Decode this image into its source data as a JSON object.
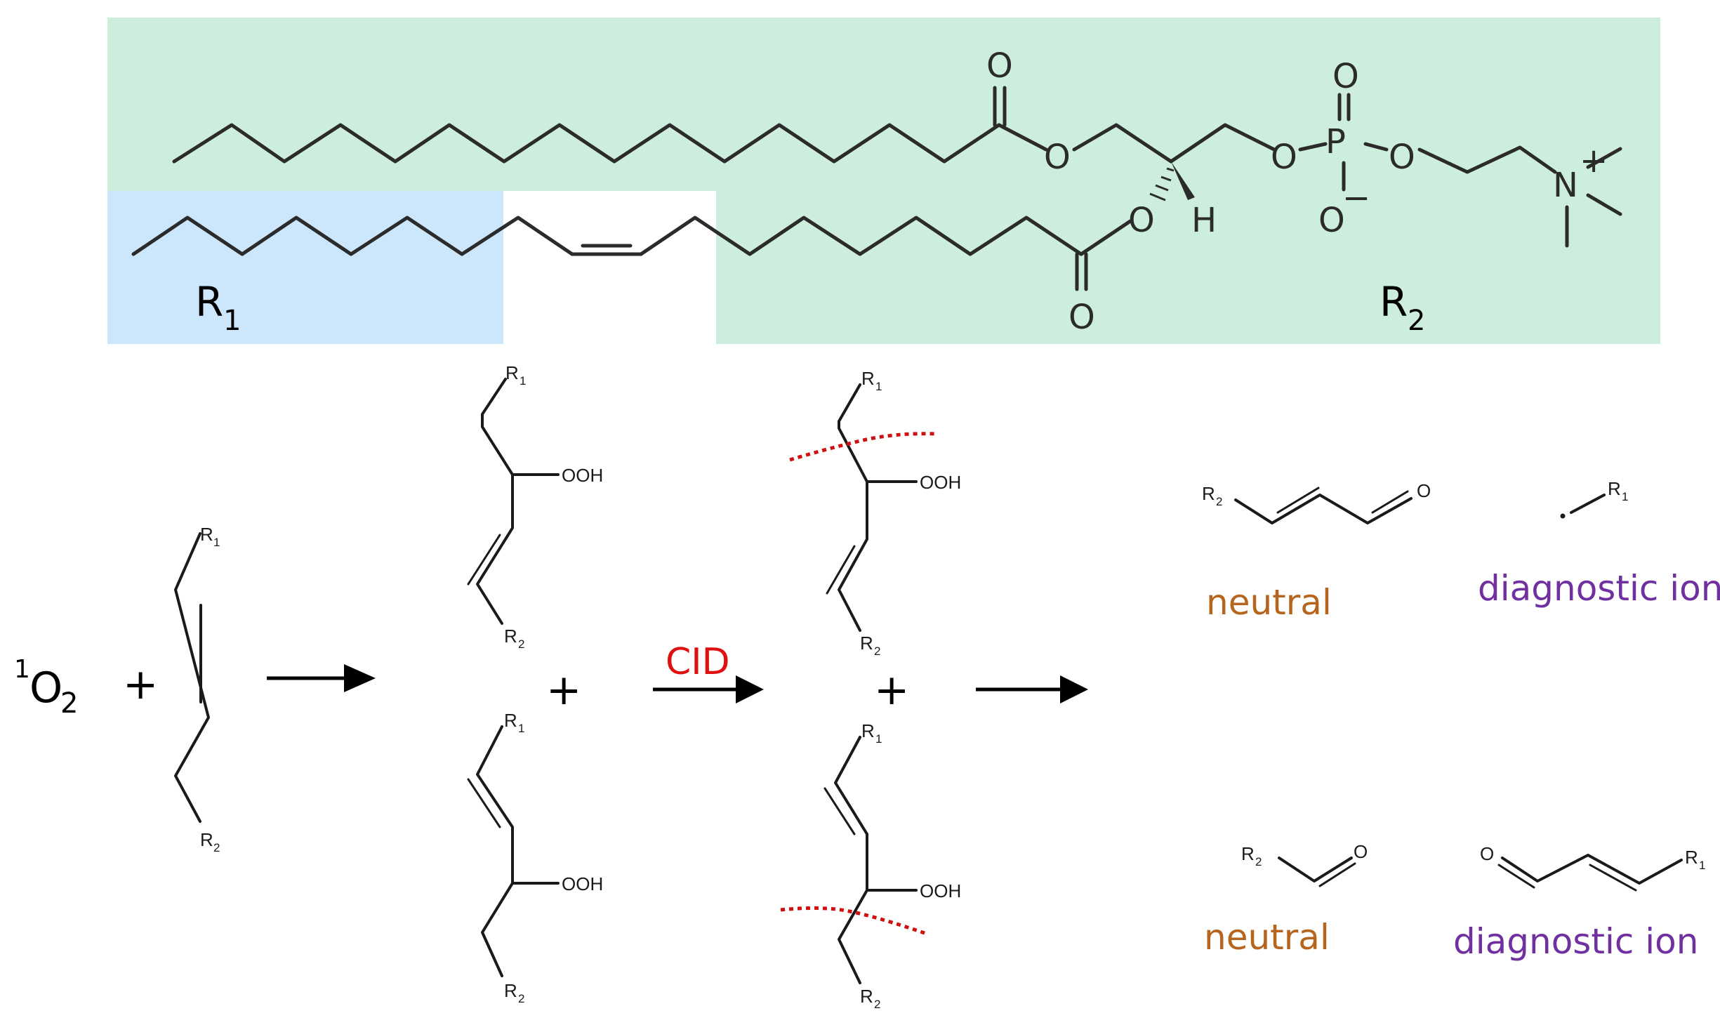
{
  "colors": {
    "green_region": "#cdeedc",
    "blue_region": "#cce6fb",
    "neutral_label": "#b5651d",
    "diagnostic_label": "#7030a0",
    "cid_and_cleavage": "#e01010"
  },
  "lipid": {
    "atoms": {
      "carbonyl_o_upper": "O",
      "ester_o_upper": "O",
      "ester_o_lower": "O",
      "carbonyl_o_lower": "O",
      "hydrogen": "H",
      "phosphate_o_left": "O",
      "phosphorus": "P",
      "phosphate_o_top": "O",
      "phosphate_o_right": "O",
      "phosphate_o_bottom": "O",
      "oxide_charge": "−",
      "nitrogen": "N",
      "ammonium_charge": "+"
    },
    "r1_label": {
      "letter": "R",
      "subscript": "1"
    },
    "r2_label": {
      "letter": "R",
      "subscript": "2"
    }
  },
  "reactant": {
    "singlet_oxygen": {
      "superscript": "1",
      "element": "O",
      "subscript": "2"
    },
    "plus_sign": "+",
    "alkene": {
      "r1": "R",
      "r1_sub": "1",
      "r2": "R",
      "r2_sub": "2"
    }
  },
  "hydroperoxides": {
    "upper": {
      "r1": "R",
      "r1_sub": "1",
      "ooh": "OOH",
      "r2": "R",
      "r2_sub": "2"
    },
    "plus_sign": "+",
    "lower": {
      "r1": "R",
      "r1_sub": "1",
      "ooh": "OOH",
      "r2": "R",
      "r2_sub": "2"
    }
  },
  "cid_step": {
    "label": "CID",
    "upper": {
      "r1": "R",
      "r1_sub": "1",
      "ooh": "OOH",
      "r2": "R",
      "r2_sub": "2"
    },
    "plus_sign": "+",
    "lower": {
      "r1": "R",
      "r1_sub": "1",
      "ooh": "OOH",
      "r2": "R",
      "r2_sub": "2"
    }
  },
  "products": {
    "top_neutral": {
      "r": "R",
      "r_sub": "2",
      "o": "O",
      "label": "neutral"
    },
    "top_diagnostic": {
      "r": "R",
      "r_sub": "1",
      "radical_dot": "·",
      "label": "diagnostic ion"
    },
    "bottom_neutral": {
      "r": "R",
      "r_sub": "2",
      "o": "O",
      "label": "neutral"
    },
    "bottom_diagnostic": {
      "o": "O",
      "r": "R",
      "r_sub": "1",
      "label": "diagnostic ion"
    }
  }
}
